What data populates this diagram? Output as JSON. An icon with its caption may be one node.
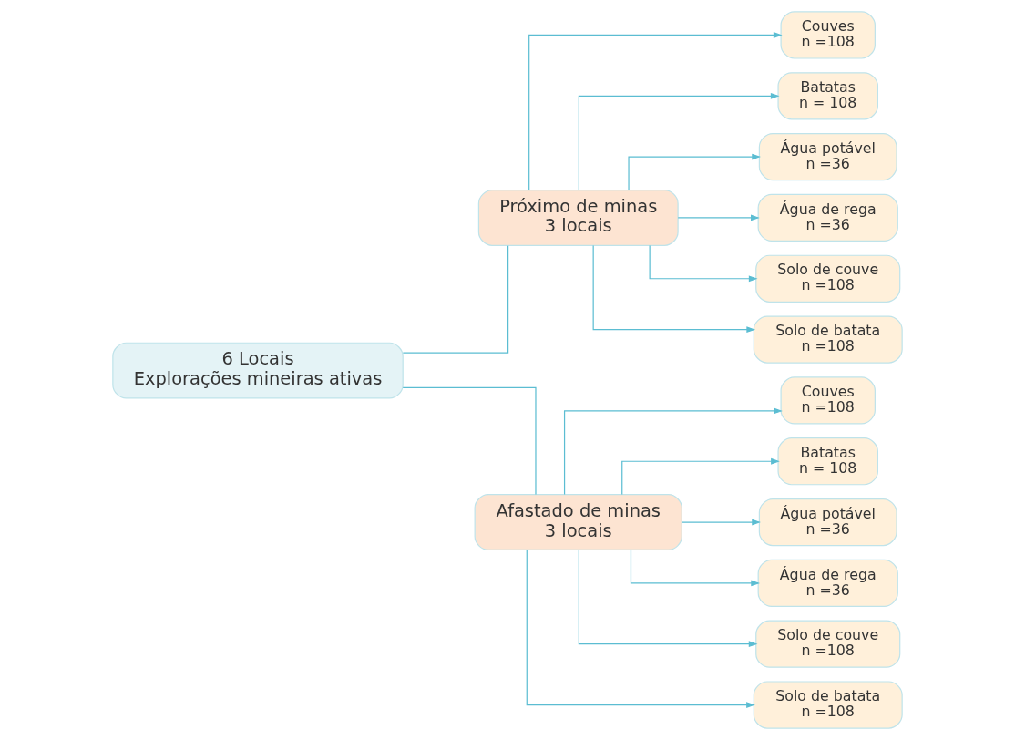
{
  "diagram": {
    "nodes": [
      {
        "text": [
          "6 Locais",
          "Explorações mineiras ativas"
        ]
      },
      {
        "text": [
          "Próximo de minas",
          "3 locais"
        ]
      },
      {
        "text": [
          "Afastado de minas",
          "3 locais"
        ]
      },
      {
        "text": [
          "Couves",
          "n =108"
        ]
      },
      {
        "text": [
          "Batatas",
          "n = 108"
        ]
      },
      {
        "text": [
          "Água potável",
          "n =36"
        ]
      },
      {
        "text": [
          "Água de rega",
          "n =36"
        ]
      },
      {
        "text": [
          "Solo de couve",
          "n =108"
        ]
      },
      {
        "text": [
          "Solo de batata",
          "n =108"
        ]
      },
      {
        "text": [
          "Couves",
          "n =108"
        ]
      },
      {
        "text": [
          "Batatas",
          "n = 108"
        ]
      },
      {
        "text": [
          "Água potável",
          "n =36"
        ]
      },
      {
        "text": [
          "Água de rega",
          "n =36"
        ]
      },
      {
        "text": [
          "Solo de couve",
          "n =108"
        ]
      },
      {
        "text": [
          "Solo de batata",
          "n =108"
        ]
      }
    ],
    "edges": [
      {
        "from": 0,
        "to": 1,
        "arrow": "none"
      },
      {
        "from": 0,
        "to": 2,
        "arrow": "none"
      },
      {
        "from": 1,
        "to": 3,
        "arrow": "to"
      },
      {
        "from": 1,
        "to": 4,
        "arrow": "to"
      },
      {
        "from": 1,
        "to": 5,
        "arrow": "to"
      },
      {
        "from": 1,
        "to": 6,
        "arrow": "to"
      },
      {
        "from": 1,
        "to": 7,
        "arrow": "to"
      },
      {
        "from": 1,
        "to": 8,
        "arrow": "to"
      },
      {
        "from": 2,
        "to": 9,
        "arrow": "to"
      },
      {
        "from": 2,
        "to": 10,
        "arrow": "to"
      },
      {
        "from": 2,
        "to": 11,
        "arrow": "to"
      },
      {
        "from": 2,
        "to": 12,
        "arrow": "to"
      },
      {
        "from": 2,
        "to": 13,
        "arrow": "to"
      },
      {
        "from": 2,
        "to": 14,
        "arrow": "to"
      }
    ]
  }
}
